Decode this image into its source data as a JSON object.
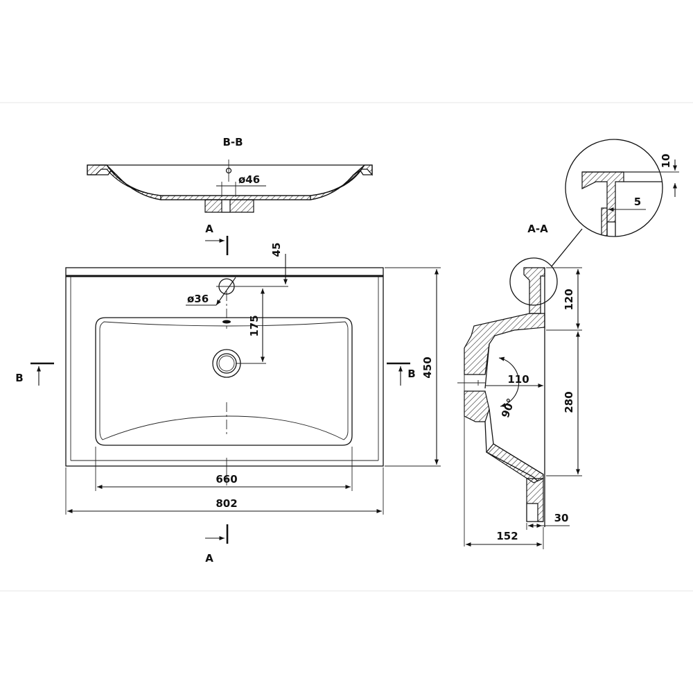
{
  "drawing": {
    "section_bb_label": "B-B",
    "section_aa_label": "A-A",
    "cut_a_top": "A",
    "cut_a_bottom": "A",
    "cut_b_left": "B",
    "cut_b_right": "B",
    "dim_hole_bb": "ø46",
    "dim_hole_top": "ø36",
    "dim_45": "45",
    "dim_175": "175",
    "dim_660": "660",
    "dim_802": "802",
    "dim_450": "450",
    "dim_120": "120",
    "dim_280": "280",
    "dim_110": "110",
    "dim_angle": "90°",
    "dim_152": "152",
    "dim_30": "30",
    "detail_10": "10",
    "detail_5": "5"
  }
}
